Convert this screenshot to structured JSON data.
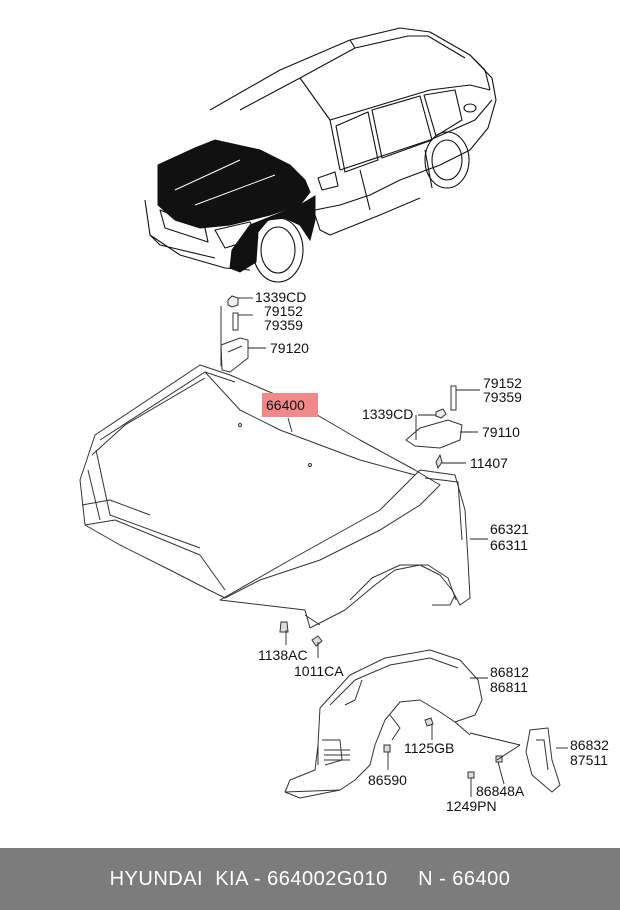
{
  "callouts": {
    "c1339cd_top": "1339CD",
    "c79152_top": "79152",
    "c79359_top": "79359",
    "c79120": "79120",
    "c66400": "66400",
    "c79152_right": "79152",
    "c79359_right": "79359",
    "c1339cd_mid": "1339CD",
    "c79110": "79110",
    "c11407": "11407",
    "c66321": "66321",
    "c66311": "66311",
    "c1138ac": "1138AC",
    "c1011ca": "1011CA",
    "c86812": "86812",
    "c86811": "86811",
    "c1125gb": "1125GB",
    "c86590": "86590",
    "c86832": "86832",
    "c87511": "87511",
    "c86848a": "86848A",
    "c1249pn": "1249PN"
  },
  "highlight_color": "#f08a8a",
  "footer": {
    "text": "HYUNDAI  KIA - 664002G010     N - 66400"
  }
}
